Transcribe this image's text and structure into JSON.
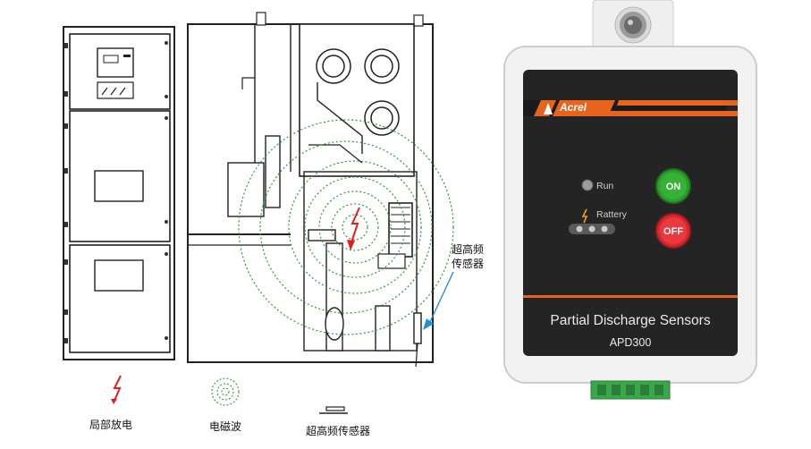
{
  "diagram": {
    "sensor_callout": {
      "line1": "超高频",
      "line2": "传感器"
    }
  },
  "legend": {
    "partial_discharge": "局部放电",
    "em_wave": "电磁波",
    "uhf_sensor": "超高频传感器"
  },
  "device": {
    "brand": "Acrel",
    "indicators": {
      "run": "Run",
      "battery": "Rattery"
    },
    "buttons": {
      "on": "ON",
      "off": "OFF"
    },
    "title": "Partial Discharge Sensors",
    "model": "APD300",
    "colors": {
      "accent": "#e8641e",
      "on": "#2e9b2e",
      "off": "#d8282e",
      "panel": "#242424"
    }
  }
}
